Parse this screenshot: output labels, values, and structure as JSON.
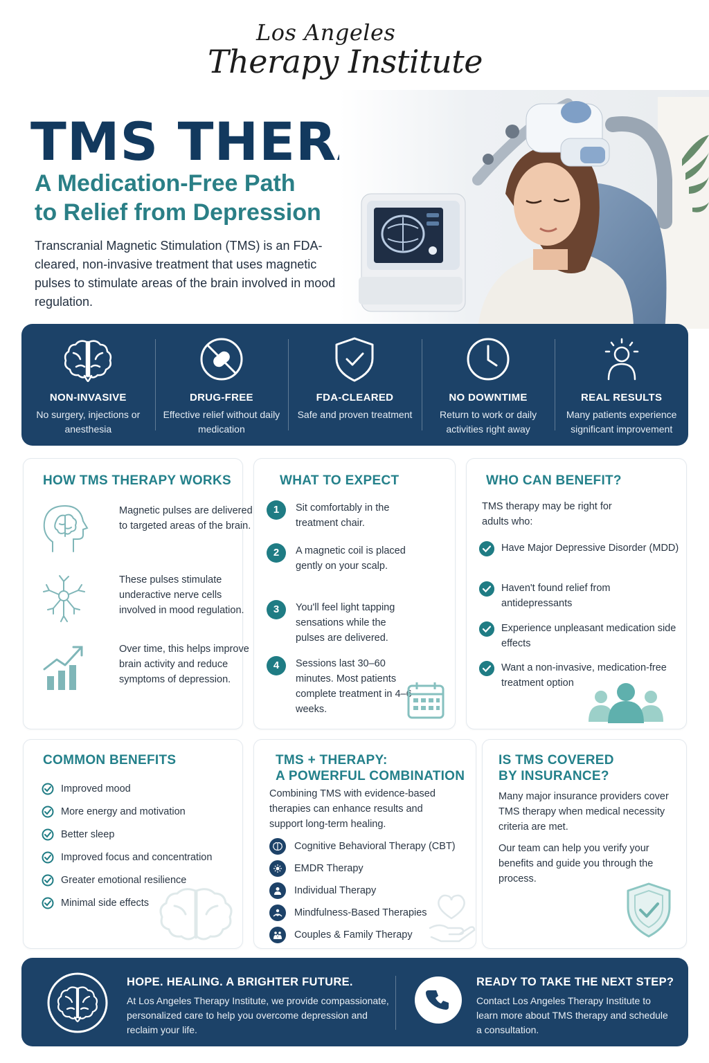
{
  "logo": {
    "line1": "Los Angeles",
    "line2": "Therapy Institute"
  },
  "hero": {
    "title": "TMS THERAPY",
    "subtitle_line1": "A Medication-Free Path",
    "subtitle_line2": "to Relief from Depression",
    "description": "Transcranial Magnetic Stimulation (TMS) is an FDA-cleared, non-invasive treatment that uses magnetic pulses to stimulate areas of the brain involved in mood regulation."
  },
  "features": [
    {
      "icon": "brain-icon",
      "title": "NON-INVASIVE",
      "desc": "No surgery, injections or anesthesia"
    },
    {
      "icon": "no-pill-icon",
      "title": "DRUG-FREE",
      "desc": "Effective relief without daily medication"
    },
    {
      "icon": "shield-check-icon",
      "title": "FDA-CLEARED",
      "desc": "Safe and proven treatment"
    },
    {
      "icon": "clock-icon",
      "title": "NO DOWNTIME",
      "desc": "Return to work or daily activities right away"
    },
    {
      "icon": "person-sparkle-icon",
      "title": "REAL RESULTS",
      "desc": "Many patients experience significant improvement"
    }
  ],
  "how_it_works": {
    "title": "HOW TMS THERAPY WORKS",
    "items": [
      {
        "icon": "head-brain-icon",
        "text": "Magnetic pulses are delivered to targeted areas of the brain."
      },
      {
        "icon": "neuron-icon",
        "text": "These pulses stimulate underactive nerve cells involved in mood regulation."
      },
      {
        "icon": "growth-chart-icon",
        "text": "Over time, this helps improve brain activity and reduce symptoms of depression."
      }
    ]
  },
  "what_to_expect": {
    "title": "WHAT TO EXPECT",
    "steps": [
      {
        "num": "1",
        "text": "Sit comfortably in the treatment chair."
      },
      {
        "num": "2",
        "text": "A magnetic coil is placed gently on your scalp."
      },
      {
        "num": "3",
        "text": "You'll feel light tapping sensations while the pulses are delivered."
      },
      {
        "num": "4",
        "text": "Sessions last 30–60 minutes. Most patients complete treatment in 4–6 weeks."
      }
    ]
  },
  "who_can_benefit": {
    "title": "WHO CAN BENEFIT?",
    "intro": "TMS therapy may be right for adults who:",
    "items": [
      "Have Major Depressive Disorder (MDD)",
      "Haven't found relief from antidepressants",
      "Experience unpleasant medication side effects",
      "Want a non-invasive, medication-free treatment option"
    ]
  },
  "common_benefits": {
    "title": "COMMON BENEFITS",
    "items": [
      "Improved mood",
      "More energy and motivation",
      "Better sleep",
      "Improved focus and concentration",
      "Greater emotional resilience",
      "Minimal side effects"
    ]
  },
  "tms_therapy": {
    "title_line1": "TMS + THERAPY:",
    "title_line2": "A POWERFUL COMBINATION",
    "intro": "Combining TMS with evidence-based therapies can enhance results and support long-term healing.",
    "items": [
      {
        "icon": "brain-icon",
        "text": "Cognitive Behavioral Therapy (CBT)"
      },
      {
        "icon": "eye-icon",
        "text": "EMDR Therapy"
      },
      {
        "icon": "person-icon",
        "text": "Individual Therapy"
      },
      {
        "icon": "mindfulness-icon",
        "text": "Mindfulness-Based Therapies"
      },
      {
        "icon": "family-icon",
        "text": "Couples & Family Therapy"
      }
    ]
  },
  "insurance": {
    "title_line1": "IS TMS COVERED",
    "title_line2": "BY INSURANCE?",
    "p1": "Many major insurance providers cover TMS therapy when medical necessity criteria are met.",
    "p2": "Our team can help you verify your benefits and guide you through the process."
  },
  "bottom": {
    "left_title": "HOPE. HEALING. A BRIGHTER FUTURE.",
    "left_text": "At Los Angeles Therapy Institute, we provide compassionate, personalized care to help you overcome depression and reclaim your life.",
    "right_title": "READY TO TAKE THE NEXT STEP?",
    "right_text": "Contact Los Angeles Therapy Institute to learn more about TMS therapy and schedule a consultation."
  },
  "colors": {
    "navy": "#1c4268",
    "title_navy": "#12395e",
    "teal": "#23808a",
    "text": "#2a3644"
  }
}
